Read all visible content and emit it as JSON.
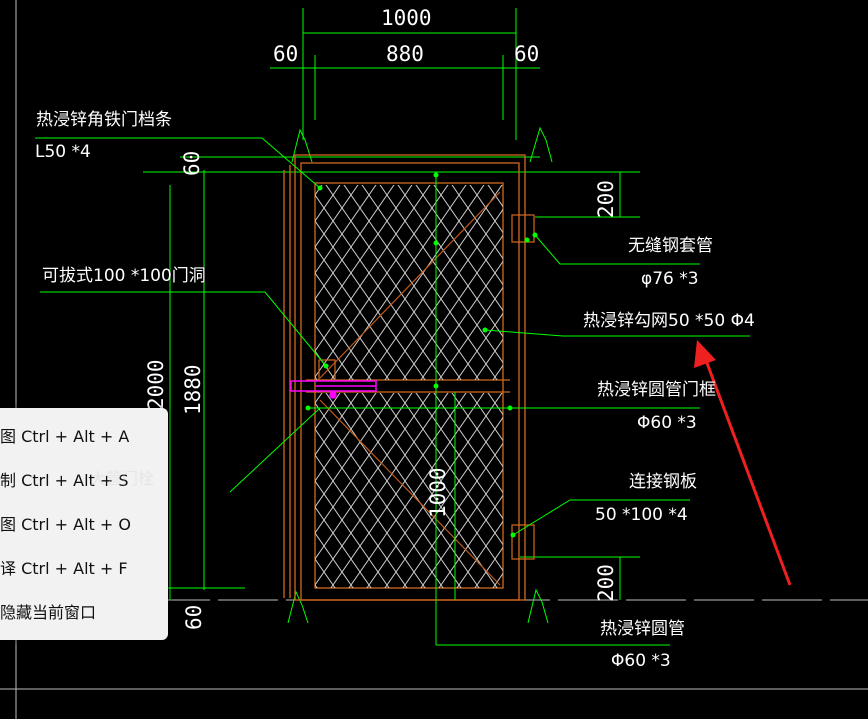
{
  "dimensions": {
    "total_width": "1000",
    "inner_width": "880",
    "side_left": "60",
    "side_right": "60",
    "top_margin": "60",
    "total_height": "2000",
    "inner_height": "1880",
    "bottom_margin": "60",
    "sleeve_top": "200",
    "sleeve_bottom": "200",
    "center_height": "1000"
  },
  "labels": {
    "angle_iron_title": "热浸锌角铁门档条",
    "angle_iron_spec": "L50 *4",
    "door_hole": "可拔式100 *100门洞",
    "sleeve_title": "无缝钢套管",
    "sleeve_spec": "φ76 *3",
    "mesh": "热浸锌勾网50 *50   Φ4",
    "frame_title": "热浸锌圆管门框",
    "frame_spec": "Φ60 *3",
    "plate_title": "连接钢板",
    "plate_spec": "50 *100 *4",
    "pipe_title": "热浸锌圆管",
    "pipe_spec": "Φ60 *3",
    "hidden_text": "大管门栓"
  },
  "context_menu": {
    "items": [
      "图 Ctrl + Alt + A",
      "制 Ctrl + Alt + S",
      "图 Ctrl + Alt + O",
      "译 Ctrl + Alt + F",
      "隐藏当前窗口"
    ]
  },
  "colors": {
    "background": "#000000",
    "dimension_line": "#00ff00",
    "frame": "#d2691e",
    "mesh": "#e0e0e0",
    "marker": "#ff00ff",
    "arrow": "#ee2020",
    "menu_bg": "#f2f2f2"
  }
}
